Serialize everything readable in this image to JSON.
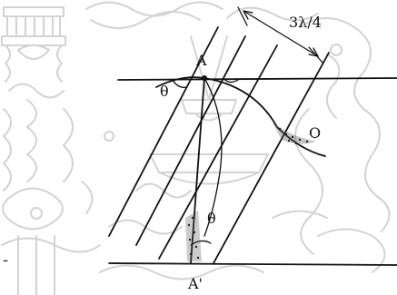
{
  "labels": {
    "top_point": "A",
    "bottom_point": "A'",
    "angle_top": "θ",
    "angle_bottom": "θ",
    "distance": "3λ/4",
    "side_point": "O",
    "stray_mark": "ـ"
  },
  "colors": {
    "ink": "#111111",
    "watermark": "#d3d3d3",
    "background": "#ffffff"
  },
  "icons": {
    "watermark": "ornamental-seal-watermark"
  }
}
